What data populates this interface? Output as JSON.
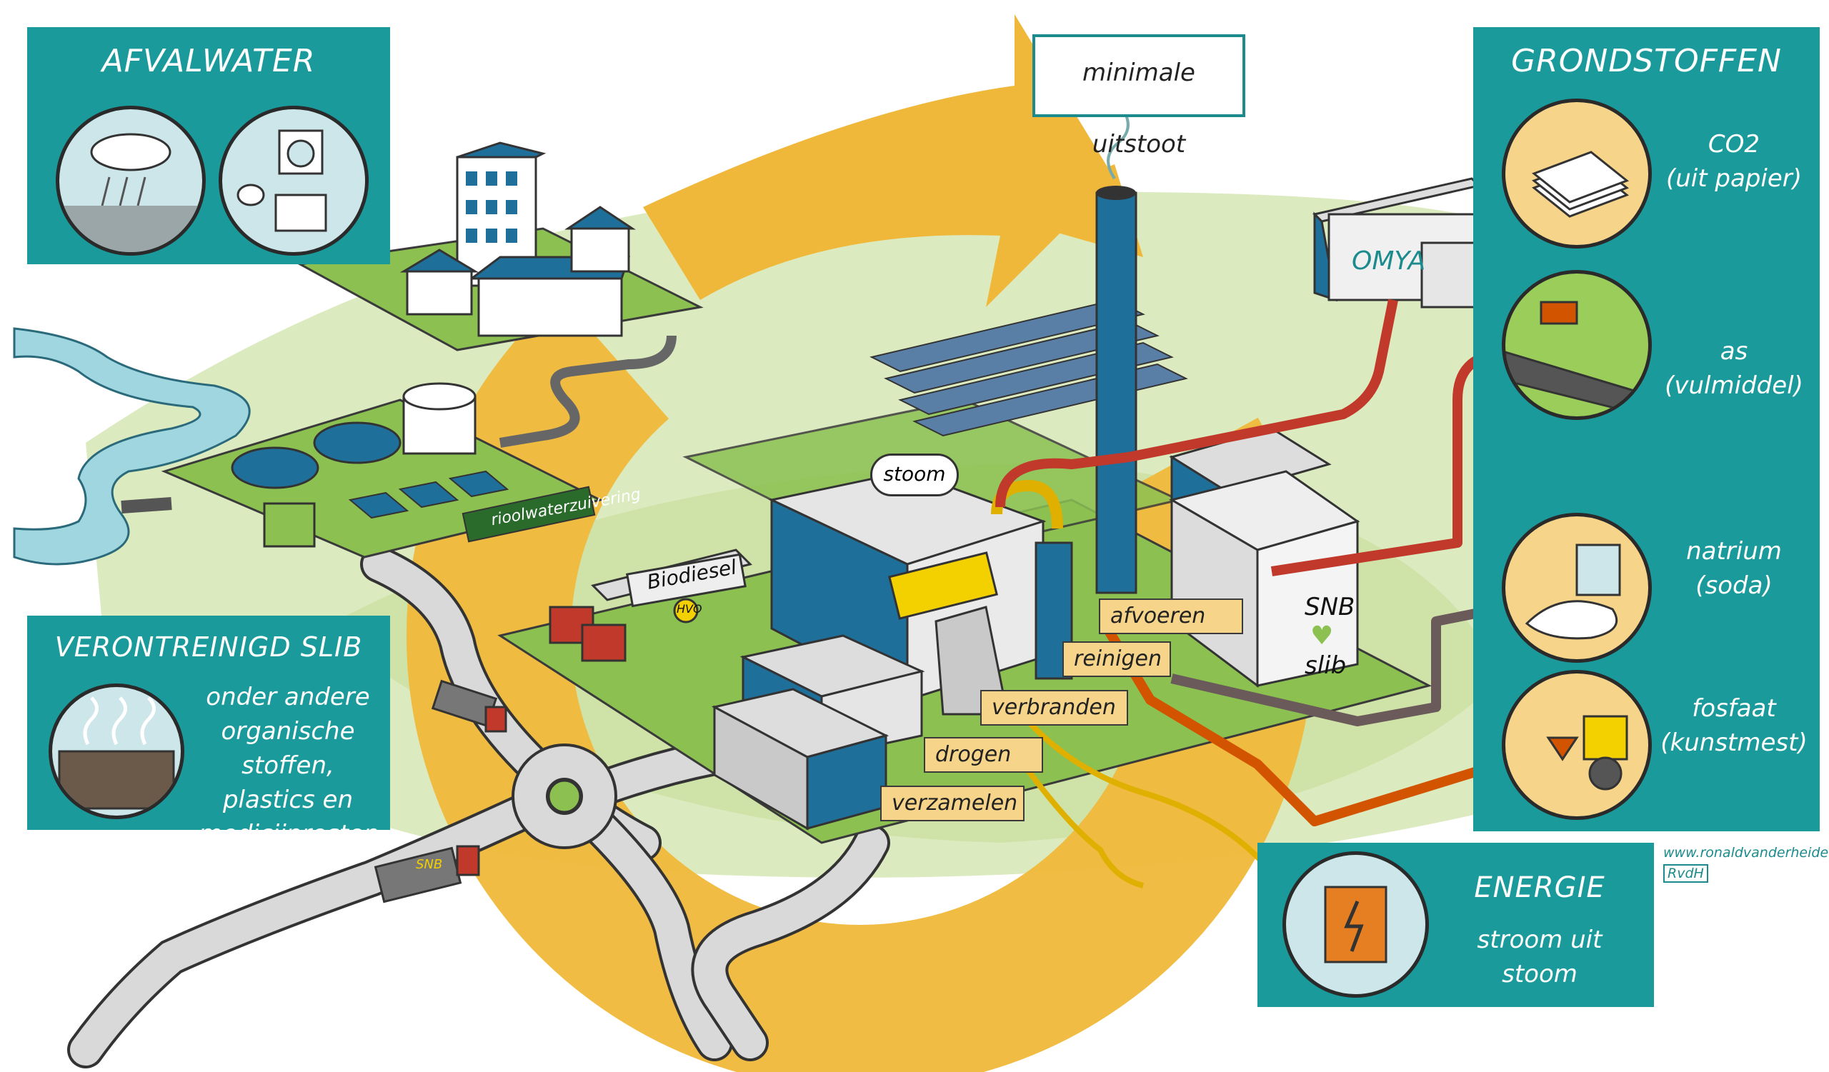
{
  "panels": {
    "afvalwater": {
      "title": "AFVALWATER"
    },
    "slib": {
      "title": "VERONTREINIGD SLIB",
      "description": "onder andere organische stoffen, plastics en medicijnresten"
    },
    "grondstoffen": {
      "title": "GRONDSTOFFEN",
      "items": [
        {
          "line1": "CO2",
          "line2": "(uit papier)"
        },
        {
          "line1": "as",
          "line2": "(vulmiddel)"
        },
        {
          "line1": "natrium",
          "line2": "(soda)"
        },
        {
          "line1": "fosfaat",
          "line2": "(kunstmest)"
        }
      ]
    },
    "energie": {
      "title": "ENERGIE",
      "subtitle": "stroom uit stoom"
    }
  },
  "callout": {
    "text": "minimale uitstoot"
  },
  "bubble": {
    "text": "stoom"
  },
  "signs": {
    "rwzi": "rioolwaterzuivering",
    "biodiesel": "Biodiesel",
    "hvo": "HVO",
    "omya": "OMYA",
    "snb_top": "SNB",
    "snb_bottom": "slib",
    "truck": "SNB"
  },
  "steps": [
    "afvoeren",
    "reinigen",
    "verbranden",
    "drogen",
    "verzamelen"
  ],
  "credit": {
    "url": "www.ronaldvanderheide.nl",
    "monogram": "RvdH"
  },
  "colors": {
    "teal": "#1b9a9c",
    "arrow": "#f0b83a",
    "ground": "#cfe3a8",
    "platform": "#8cc152",
    "building_blue": "#1f6f9b",
    "pipe_red": "#c0392b",
    "tag": "#f6d58a"
  }
}
